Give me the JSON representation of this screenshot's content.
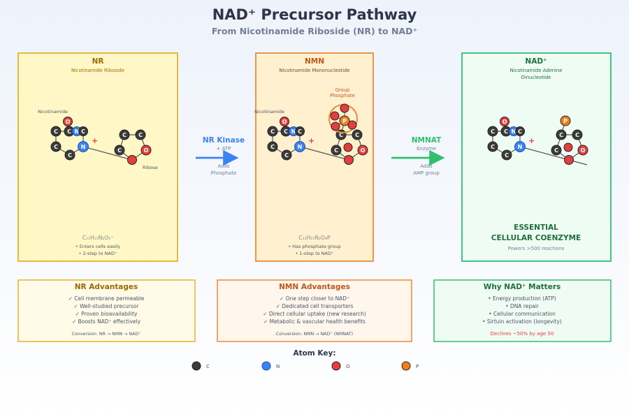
{
  "header": {
    "title": "NAD⁺ Precursor Pathway",
    "subtitle": "From Nicotinamide Riboside (NR) to NAD⁺"
  },
  "colors": {
    "nr": "#e3b42a",
    "nr_fill": "#fff8c6",
    "nr_text": "#9a6b00",
    "nmn": "#ed8936",
    "nmn_fill": "#fff1cf",
    "nmn_text": "#c0561d",
    "nad": "#2fbf71",
    "nad_fill": "#effcf4",
    "nad_text": "#1f6f3c",
    "carbon": "#3b3b3b",
    "nitrogen": "#3b82f6",
    "oxygen": "#e53e3e",
    "phosphorus": "#f07f1a"
  },
  "nr": {
    "name": "NR",
    "full_name": "Nicotinamide Riboside",
    "label_nicotinamide": "Nicotinamide",
    "label_ribose": "Ribose",
    "formula": "C₁₁H₁₅N₂O₅⁺",
    "bullet1": "• Enters cells easily",
    "bullet2": "• 2-step to NAD⁺"
  },
  "nmn": {
    "name": "NMN",
    "full_name": "Nicotinamide Mononucleotide",
    "label_group": "Group",
    "label_phosphate": "Phosphate",
    "label_nicotinamide": "Nicotinamide",
    "formula": "C₁₁H₁₅N₂O₈P",
    "bullet1": "• Has phosphate group",
    "bullet2": "• 1-step to NAD⁺"
  },
  "nad": {
    "name": "NAD⁺",
    "full_name_line1": "Nicotinamide Adenine",
    "full_name_line2": "Dinucleotide",
    "essential_line1": "ESSENTIAL",
    "essential_line2": "CELLULAR COENZYME",
    "powers": "Powers >500 reactions"
  },
  "step1": {
    "enzyme": "NR Kinase",
    "cofactor": "+ ATP",
    "desc1": "Adds",
    "desc2": "Phosphate"
  },
  "step2": {
    "enzyme": "NMNAT",
    "cofactor": "Enzyme",
    "desc1": "Adds",
    "desc2": "AMP group"
  },
  "atoms": {
    "c": "C",
    "n": "N",
    "o": "O",
    "p": "P",
    "plus": "+"
  },
  "nr_advantages": {
    "title": "NR Advantages",
    "items": [
      "✓ Cell membrane permeable",
      "✓ Well-studied precursor",
      "✓ Proven bioavailability",
      "✓ Boosts NAD⁺ effectively"
    ],
    "footer": "Conversion: NR → NMN → NAD⁺"
  },
  "nmn_advantages": {
    "title": "NMN Advantages",
    "items": [
      "✓ One step closer to NAD⁺",
      "✓ Dedicated cell transporters",
      "✓ Direct cellular uptake (new research)",
      "✓ Metabolic & vascular health benefits"
    ],
    "footer": "Conversion: NMN → NAD⁺ (NMNAT)"
  },
  "nad_matters": {
    "title": "Why NAD⁺ Matters",
    "items": [
      "• Energy production (ATP)",
      "• DNA repair",
      "• Cellular communication",
      "• Sirtuin activation (longevity)"
    ],
    "footer": "Declines ~50% by age 50"
  },
  "atom_key": {
    "title": "Atom Key:",
    "items": [
      {
        "symbol": "C",
        "color": "#3b3b3b"
      },
      {
        "symbol": "N",
        "color": "#3b82f6"
      },
      {
        "symbol": "O",
        "color": "#e53e3e"
      },
      {
        "symbol": "P",
        "color": "#f07f1a"
      }
    ]
  }
}
